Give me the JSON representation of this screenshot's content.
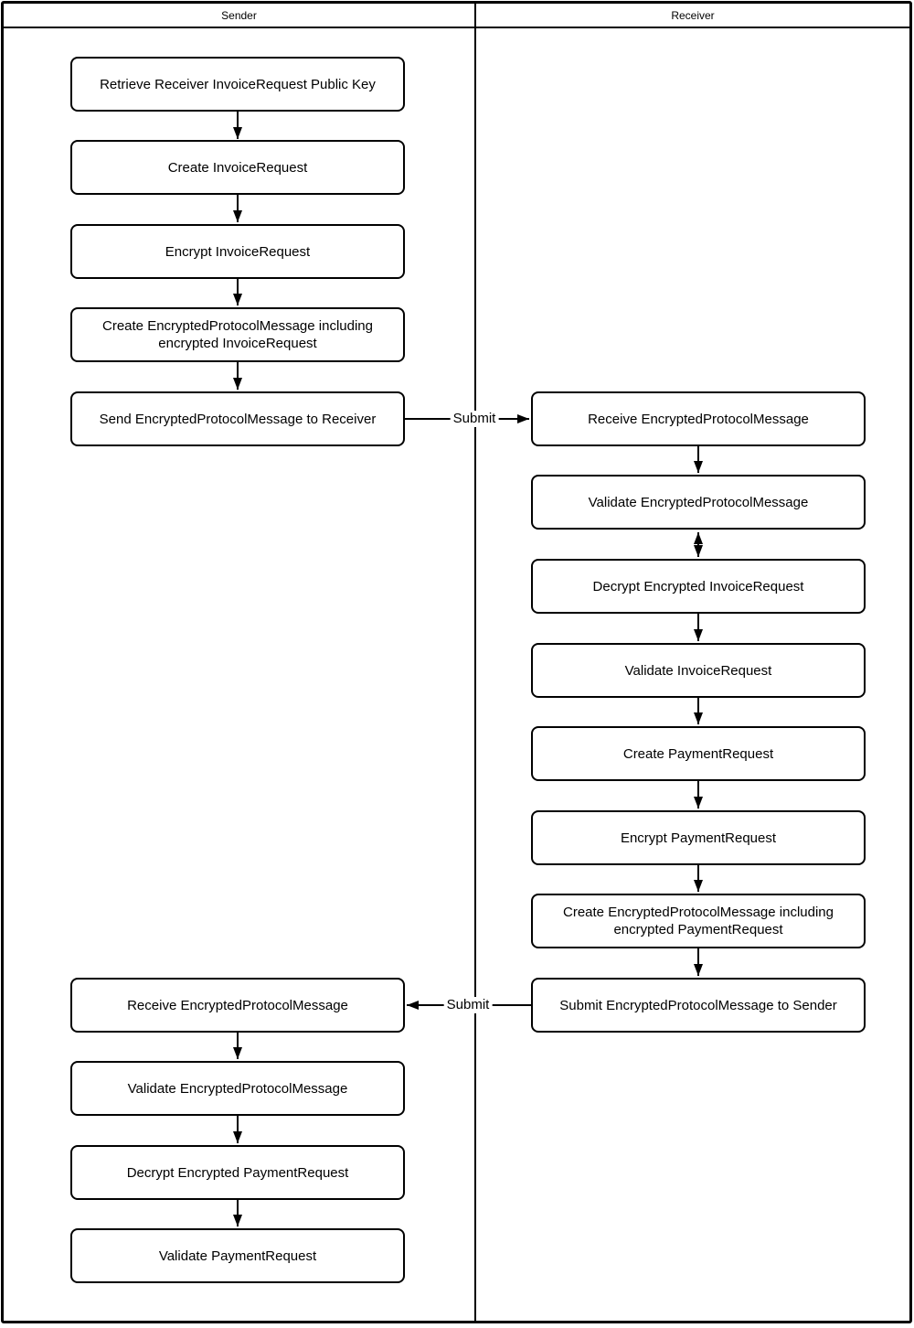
{
  "lanes": {
    "sender": "Sender",
    "receiver": "Receiver"
  },
  "sender_top": [
    {
      "label": "Retrieve Receiver InvoiceRequest Public Key"
    },
    {
      "label": "Create InvoiceRequest"
    },
    {
      "label": "Encrypt InvoiceRequest"
    },
    {
      "label": "Create EncryptedProtocolMessage including encrypted InvoiceRequest"
    },
    {
      "label": "Send EncryptedProtocolMessage to Receiver"
    }
  ],
  "receiver_flow": [
    {
      "label": "Receive EncryptedProtocolMessage"
    },
    {
      "label": "Validate EncryptedProtocolMessage"
    },
    {
      "label": "Decrypt Encrypted InvoiceRequest"
    },
    {
      "label": "Validate InvoiceRequest"
    },
    {
      "label": "Create PaymentRequest"
    },
    {
      "label": "Encrypt PaymentRequest"
    },
    {
      "label": "Create EncryptedProtocolMessage including encrypted PaymentRequest"
    },
    {
      "label": "Submit EncryptedProtocolMessage to Sender"
    }
  ],
  "sender_bottom": [
    {
      "label": "Receive EncryptedProtocolMessage"
    },
    {
      "label": "Validate EncryptedProtocolMessage"
    },
    {
      "label": "Decrypt Encrypted PaymentRequest"
    },
    {
      "label": "Validate PaymentRequest"
    }
  ],
  "edge_labels": {
    "submit_top": "Submit",
    "submit_bottom": "Submit"
  },
  "colors": {
    "line": "#000000",
    "background": "#ffffff",
    "text": "#000000",
    "box_border": "#000000"
  }
}
